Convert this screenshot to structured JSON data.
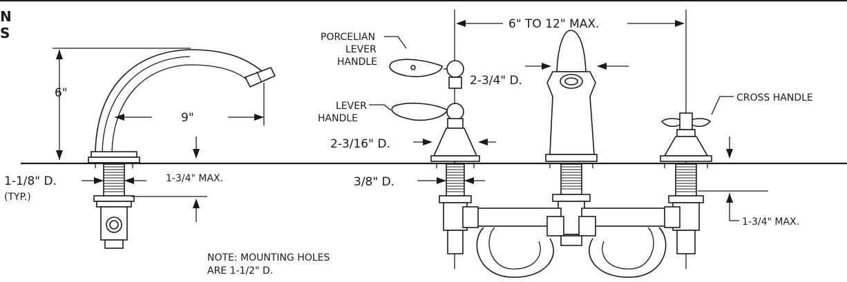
{
  "header": {
    "line1": "N",
    "line2": "S"
  },
  "labels": {
    "porcelain_line1": "PORCELIAN",
    "porcelain_line2": "LEVER",
    "porcelain_line3": "HANDLE",
    "lever_line1": "LEVER",
    "lever_line2": "HANDLE",
    "cross_handle": "CROSS HANDLE",
    "note_line1": "NOTE: MOUNTING HOLES",
    "note_line2": "ARE 1-1/2\" D."
  },
  "dimensions": {
    "spout_height": "6\"",
    "spout_reach": "9\"",
    "shank_dia_line1": "1-1/8\" D.",
    "shank_dia_line2": "(TYP.)",
    "spout_max": "1-3/4\" MAX.",
    "spread": "6\" TO 12\" MAX.",
    "spout_body_dia": "2-3/4\" D.",
    "handle_base_dia": "2-3/16\" D.",
    "stem_dia": "3/8\" D.",
    "right_max": "1-3/4\" MAX."
  },
  "colors": {
    "line": "#1a1a1a",
    "background": "#ffffff"
  }
}
